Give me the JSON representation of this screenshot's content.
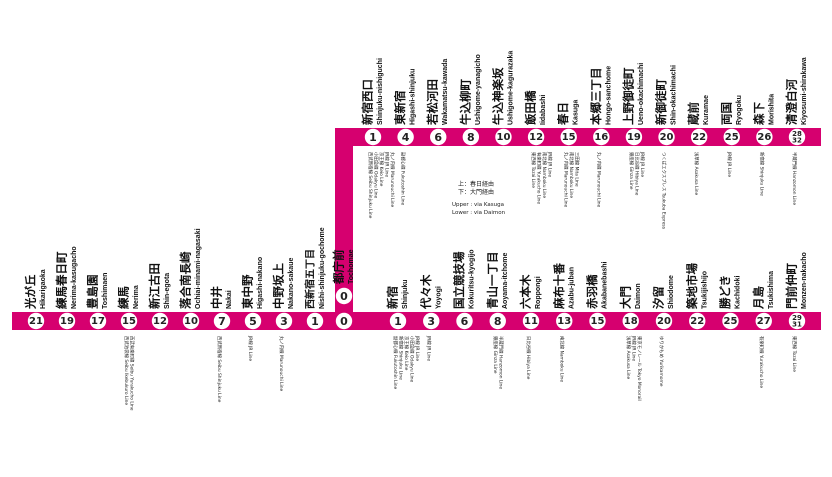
{
  "line_color": "#d6006f",
  "upper_stations": [
    {
      "num": "1",
      "jp": "新宿西口",
      "ro": "Shinjuku-nishiguchi",
      "transfers": [
        "西武新宿線 Seibu Shinjuku Line",
        "小田急線 Odakyu Line",
        "京王線 Keio Line",
        "JR線 JR Line",
        "丸ノ内線 Marunouchi Line"
      ]
    },
    {
      "num": "4",
      "jp": "東新宿",
      "ro": "Higashi-shinjuku",
      "transfers": [
        "副都心線 Fukutoshin Line"
      ]
    },
    {
      "num": "6",
      "jp": "若松河田",
      "ro": "Wakamatsu-kawada",
      "transfers": []
    },
    {
      "num": "8",
      "jp": "牛込柳町",
      "ro": "Ushigome-yanagicho",
      "transfers": []
    },
    {
      "num": "10",
      "jp": "牛込神楽坂",
      "ro": "Ushigome-kagurazaka",
      "transfers": []
    },
    {
      "num": "12",
      "jp": "飯田橋",
      "ro": "Iidabashi",
      "transfers": [
        "東西線 Tozai Line",
        "有楽町線 Yurakucho Line",
        "南北線 Namboku Line",
        "JR線 JR Line"
      ]
    },
    {
      "num": "15",
      "jp": "春日",
      "ro": "Kasuga",
      "transfers": [
        "丸ノ内線 Marunouchi Line",
        "南北線 Namboku Line",
        "三田線 Mita Line"
      ]
    },
    {
      "num": "16",
      "jp": "本郷三丁目",
      "ro": "Hongo-sanchome",
      "transfers": [
        "丸ノ内線 Marunouchi Line"
      ]
    },
    {
      "num": "19",
      "jp": "上野御徒町",
      "ro": "Ueno-okachimachi",
      "transfers": [
        "銀座線 Ginza Line",
        "日比谷線 Hibiya Line",
        "JR線 JR Line"
      ]
    },
    {
      "num": "20",
      "jp": "新御徒町",
      "ro": "Shin-okachimachi",
      "transfers": [
        "つくばエクスプレス Tsukuba Express"
      ]
    },
    {
      "num": "22",
      "jp": "蔵前",
      "ro": "Kuramae",
      "transfers": [
        "浅草線 Asakusa Line"
      ]
    },
    {
      "num": "25",
      "jp": "両国",
      "ro": "Ryogoku",
      "transfers": [
        "JR線 JR Line"
      ]
    },
    {
      "num": "26",
      "jp": "森下",
      "ro": "Morishita",
      "transfers": [
        "新宿線 Shinjuku Line"
      ]
    },
    {
      "num": "28",
      "num2": "32",
      "jp": "清澄白河",
      "ro": "Kiyosumi-shirakawa",
      "transfers": [
        "半蔵門線 Hanzomon Line"
      ]
    }
  ],
  "lower_stations": [
    {
      "num": "21",
      "jp": "光が丘",
      "ro": "Hikarigaoka",
      "transfers": []
    },
    {
      "num": "19",
      "jp": "練馬春日町",
      "ro": "Nerima-kasugacho",
      "transfers": []
    },
    {
      "num": "17",
      "jp": "豊島園",
      "ro": "Toshimaen",
      "transfers": []
    },
    {
      "num": "15",
      "jp": "練馬",
      "ro": "Nerima",
      "transfers": [
        "西武池袋線 Seibu Ikebukuro Line",
        "西武有楽町線 Seibu Yurakucho Line"
      ]
    },
    {
      "num": "12",
      "jp": "新江古田",
      "ro": "Shin-egota",
      "transfers": []
    },
    {
      "num": "10",
      "jp": "落合南長崎",
      "ro": "Ochiai-minami-nagasaki",
      "transfers": []
    },
    {
      "num": "7",
      "jp": "中井",
      "ro": "Nakai",
      "transfers": [
        "西武新宿線 Seibu Shinjuku Line"
      ]
    },
    {
      "num": "5",
      "jp": "東中野",
      "ro": "Higashi-nakano",
      "transfers": [
        "JR線 JR Line"
      ]
    },
    {
      "num": "3",
      "jp": "中野坂上",
      "ro": "Nakano-sakaue",
      "transfers": [
        "丸ノ内線 Marunouchi Line"
      ]
    },
    {
      "num": "1",
      "jp": "西新宿五丁目",
      "ro": "Nishi-shinjuku-gochome",
      "transfers": []
    },
    {
      "num": "0",
      "jp": "都庁前",
      "ro": "Tochomae",
      "transfers": []
    },
    {
      "num": "1",
      "jp": "新宿",
      "ro": "Shinjuku",
      "transfers": [
        "副都心線 Fukutoshin Line",
        "新宿線 Shinjuku Line",
        "京王線 Keio Line",
        "小田急線 Odakyu Line",
        "JR線 JR Line"
      ]
    },
    {
      "num": "3",
      "jp": "代々木",
      "ro": "Yoyogi",
      "transfers": [
        "JR線 JR Line"
      ]
    },
    {
      "num": "6",
      "jp": "国立競技場",
      "ro": "Kokuritsu-kyogijo",
      "transfers": []
    },
    {
      "num": "8",
      "jp": "青山一丁目",
      "ro": "Aoyama-itchome",
      "transfers": [
        "銀座線 Ginza Line",
        "半蔵門線 Hanzomon Line"
      ]
    },
    {
      "num": "11",
      "jp": "六本木",
      "ro": "Roppongi",
      "transfers": [
        "日比谷線 Hibiya Line"
      ]
    },
    {
      "num": "13",
      "jp": "麻布十番",
      "ro": "Azabu-juban",
      "transfers": [
        "南北線 Namboku Line"
      ]
    },
    {
      "num": "15",
      "jp": "赤羽橋",
      "ro": "Akabanebashi",
      "transfers": []
    },
    {
      "num": "18",
      "jp": "大門",
      "ro": "Daimon",
      "transfers": [
        "浅草線 Asakusa Line",
        "JR線 JR Line",
        "東京モノレール Tokyo Monorail"
      ]
    },
    {
      "num": "20",
      "jp": "汐留",
      "ro": "Shiodome",
      "transfers": [
        "ゆりかもめ Yurikamome"
      ]
    },
    {
      "num": "22",
      "jp": "築地市場",
      "ro": "Tsukijishijo",
      "transfers": []
    },
    {
      "num": "25",
      "jp": "勝どき",
      "ro": "Kachidoki",
      "transfers": []
    },
    {
      "num": "27",
      "jp": "月島",
      "ro": "Tsukishima",
      "transfers": [
        "有楽町線 Yurakucho Line"
      ]
    },
    {
      "num": "29",
      "num2": "31",
      "jp": "門前仲町",
      "ro": "Monzen-nakacho",
      "transfers": [
        "東西線 Tozai Line"
      ]
    }
  ],
  "direction_note": {
    "jp_upper": "上：春日経由",
    "jp_lower": "下：大門経由",
    "en_upper": "Upper : via Kasuga",
    "en_lower": "Lower : via Daimon"
  }
}
